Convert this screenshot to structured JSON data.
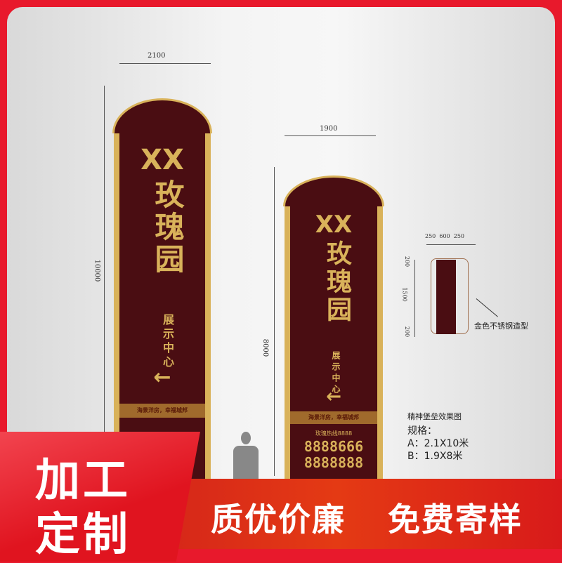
{
  "dimensions": {
    "width_a": "2100",
    "height_a": "10000",
    "width_b": "1900",
    "height_b": "8000",
    "section_top": "250",
    "section_mid": "600",
    "section_right": "250",
    "side_top": "200",
    "side_mid": "1500",
    "side_bottom": "200"
  },
  "sign": {
    "title_xx": "XX",
    "title_name": "玫瑰园",
    "subtitle": "展示中心",
    "arrow": "←",
    "slogan": "海景洋房，幸福城邦",
    "hotline_label": "玫瑰热线8888",
    "phone_1": "8888666",
    "phone_2": "8888888"
  },
  "section_label": "金色不锈钢造型",
  "caption": "精神堡垒效果图",
  "specs": {
    "heading": "规格：",
    "a": "A：2.1X10米",
    "b": "B：1.9X8米"
  },
  "banner": {
    "left_line1": "加工",
    "left_line2": "定制",
    "slogan1": "质优价廉",
    "slogan2": "免费寄样"
  },
  "colors": {
    "frame_red": "#e8192c",
    "sign_maroon": "#4a0d12",
    "gold": "#d9b25a"
  }
}
